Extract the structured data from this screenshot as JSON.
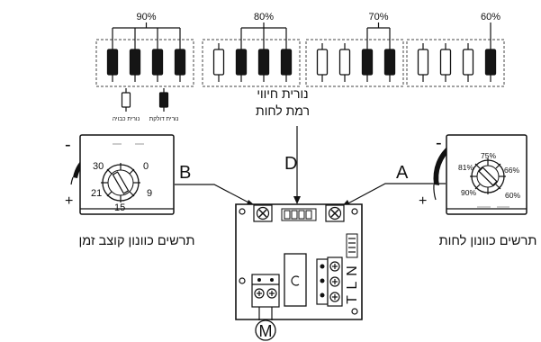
{
  "indicator_groups": [
    {
      "percent": "90%",
      "states": [
        1,
        1,
        1,
        1
      ]
    },
    {
      "percent": "80%",
      "states": [
        0,
        1,
        1,
        1
      ]
    },
    {
      "percent": "70%",
      "states": [
        0,
        0,
        1,
        1
      ]
    },
    {
      "percent": "60%",
      "states": [
        0,
        0,
        0,
        1
      ]
    }
  ],
  "legend": {
    "off_label": "נורית כבויה",
    "on_label": "נורית דולקת"
  },
  "indicator_caption": {
    "line1": "נורית חיווי",
    "line2": "רמת לחות"
  },
  "pointer_labels": {
    "a": "A",
    "b": "B",
    "d": "D",
    "m": "M"
  },
  "timer_knob": {
    "marks": [
      "30",
      "0",
      "21",
      "9",
      "15"
    ],
    "minus": "-",
    "plus": "+",
    "caption": "תרשים כוונון קוצב זמן"
  },
  "humidity_knob": {
    "marks": [
      "75%",
      "81%",
      "66%",
      "90%",
      "60%"
    ],
    "minus": "-",
    "plus": "+",
    "caption": "תרשים כוונון לחות"
  },
  "terminals": {
    "n": "N",
    "l": "L",
    "t": "T"
  },
  "colors": {
    "ink": "#111111",
    "led_on": "#151515",
    "led_off": "#ffffff"
  }
}
